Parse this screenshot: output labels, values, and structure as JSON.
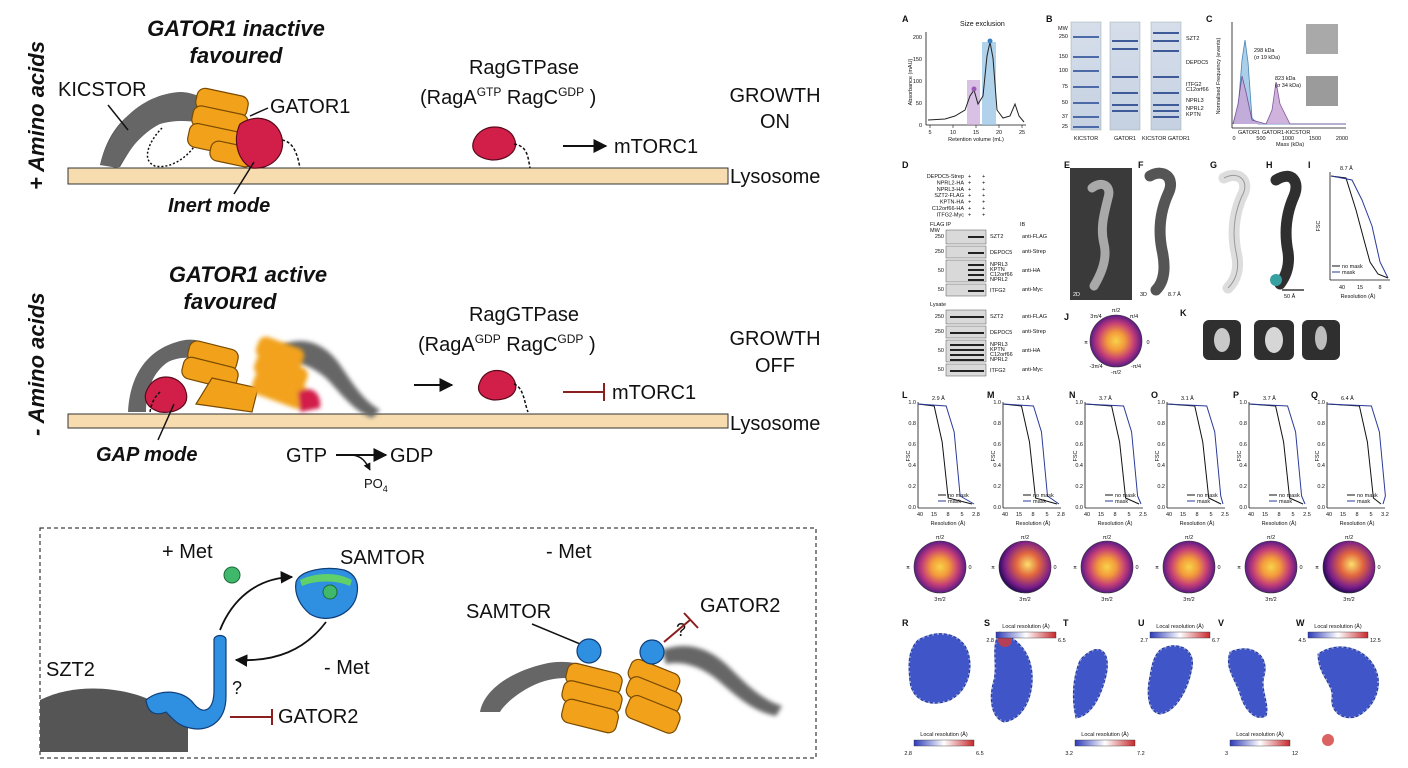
{
  "left_figure": {
    "panel_top": {
      "side_label": "+ Amino acids",
      "title_line1": "GATOR1 inactive",
      "title_line2": "favoured",
      "kicstor": "KICSTOR",
      "gator1": "GATOR1",
      "mode": "Inert mode",
      "ragtpase": "RagGTPase",
      "rag_open": "(RagA",
      "rag_a_sup": "GTP",
      "rag_c": " RagC",
      "rag_c_sup": "GDP",
      "rag_close": " )",
      "mtorc1": "mTORC1",
      "growth_line1": "GROWTH",
      "growth_line2": "ON",
      "lysosome": "Lysosome"
    },
    "panel_middle": {
      "side_label": "- Amino acids",
      "title_line1": "GATOR1 active",
      "title_line2": "favoured",
      "mode": "GAP mode",
      "ragtpase": "RagGTPase",
      "rag_open": "(RagA",
      "rag_a_sup": "GDP",
      "rag_c": " RagC",
      "rag_c_sup": "GDP",
      "rag_close": " )",
      "mtorc1": "mTORC1",
      "growth_line1": "GROWTH",
      "growth_line2": "OFF",
      "lysosome": "Lysosome",
      "gtp": "GTP",
      "gdp": "GDP",
      "po4": "PO",
      "po4_sub": "4"
    },
    "panel_bottom": {
      "plus_met": "+ Met",
      "minus_met_left": "- Met",
      "minus_met_right": "- Met",
      "samtor_top": "SAMTOR",
      "samtor_right": "SAMTOR",
      "szt2": "SZT2",
      "question_left": "?",
      "question_right": "?",
      "gator2_left": "GATOR2",
      "gator2_right": "GATOR2"
    }
  },
  "right_figure": {
    "A": {
      "letter": "A",
      "title": "Size exclusion",
      "ylabel": "Absorbance (mAU)",
      "xlabel": "Retention volume (mL)",
      "xticks": [
        "5",
        "10",
        "15",
        "20",
        "25"
      ],
      "yticks": [
        "0",
        "50",
        "100",
        "150",
        "200"
      ]
    },
    "B": {
      "letter": "B",
      "mw": "MW",
      "markers": [
        "250",
        "150",
        "100",
        "75",
        "50",
        "37",
        "25"
      ],
      "lanes": [
        "KICSTOR",
        "GATOR1",
        "KICSTOR GATOR1"
      ],
      "bands": [
        "SZT2",
        "DEPDC5",
        "ITFG2",
        "C12orf66",
        "NPRL3",
        "NPRL2",
        "KPTN"
      ]
    },
    "C": {
      "letter": "C",
      "ylabel": "Normalised Frequency (events)",
      "xlabel": "Mass (kDa)",
      "xticks": [
        "0",
        "500",
        "1000",
        "1500",
        "2000"
      ],
      "peak1_mass": "298 kDa",
      "peak1_sd": "(σ 19 kDa)",
      "peak2_mass": "823 kDa",
      "peak2_sd": "(σ 34 kDa)",
      "legend1": "GATOR1",
      "legend2": "GATOR1-KICSTOR"
    },
    "D": {
      "letter": "D",
      "constructs": [
        "DEPDC5-Strep",
        "NPRL2-HA",
        "NPRL3-HA",
        "SZT2-FLAG",
        "KPTN-HA",
        "C12orf66-HA",
        "ITFG2-Myc"
      ],
      "ip": "FLAG IP",
      "ib": "IB",
      "mw": "MW",
      "lysate": "Lysate",
      "antibodies": [
        "anti-FLAG",
        "anti-Strep",
        "anti-HA",
        "anti-Myc"
      ],
      "marker_values": [
        "250",
        "250",
        "50",
        "50"
      ],
      "bands": [
        "SZT2",
        "DEPDC5",
        "NPRL3",
        "KPTN",
        "C12orf66",
        "NPRL2",
        "ITFG2"
      ]
    },
    "E": {
      "letter": "E",
      "tag": "2D"
    },
    "F": {
      "letter": "F",
      "tag": "3D",
      "res": "8.7 Å"
    },
    "G": {
      "letter": "G"
    },
    "H": {
      "letter": "H",
      "scale": "50 Å"
    },
    "I": {
      "letter": "I",
      "res": "8.7 Å",
      "ylabel": "FSC",
      "xlabel": "Resolution (Å)",
      "xticks": [
        "40",
        "15",
        "8"
      ],
      "legend": [
        "no mask",
        "mask"
      ]
    },
    "J": {
      "letter": "J",
      "angles": [
        "π/2",
        "π/4",
        "3π/4",
        "π",
        "0",
        "-3π/4",
        "-π/4",
        "-π/2"
      ]
    },
    "K": {
      "letter": "K"
    },
    "fsc_row": [
      {
        "letter": "L",
        "res": "2.9 Å",
        "xticks": [
          "40",
          "15",
          "8",
          "5",
          "2.8"
        ]
      },
      {
        "letter": "M",
        "res": "3.1 Å",
        "xticks": [
          "40",
          "15",
          "8",
          "5",
          "2.8"
        ]
      },
      {
        "letter": "N",
        "res": "3.7 Å",
        "xticks": [
          "40",
          "15",
          "8",
          "5",
          "2.5"
        ]
      },
      {
        "letter": "O",
        "res": "3.1 Å",
        "xticks": [
          "40",
          "15",
          "8",
          "5",
          "2.5"
        ]
      },
      {
        "letter": "P",
        "res": "3.7 Å",
        "xticks": [
          "40",
          "15",
          "8",
          "5",
          "2.5"
        ]
      },
      {
        "letter": "Q",
        "res": "6.4 Å",
        "xticks": [
          "40",
          "15",
          "8",
          "5",
          "3.2"
        ]
      }
    ],
    "fsc_common": {
      "ylabel": "FSC",
      "xlabel": "Resolution (Å)",
      "yticks": [
        "1.0",
        "0.8",
        "0.6",
        "0.4",
        "0.2",
        "0.0"
      ],
      "legend": [
        "no mask",
        "mask"
      ],
      "angles": [
        "π",
        "0",
        "π/2",
        "3π/2"
      ]
    },
    "local_res": [
      {
        "letter": "R",
        "title": "",
        "min": "2.8",
        "max": "6.5",
        "bottom": true
      },
      {
        "letter": "S",
        "title": "Local resolution (Å)",
        "min": "2.8",
        "max": "6.5",
        "bottom": false
      },
      {
        "letter": "T",
        "title": "",
        "min": "3.2",
        "max": "7.2",
        "bottom": true
      },
      {
        "letter": "U",
        "title": "Local resolution (Å)",
        "min": "2.7",
        "max": "6.7",
        "bottom": false
      },
      {
        "letter": "V",
        "title": "",
        "min": "3",
        "max": "12",
        "bottom": true
      },
      {
        "letter": "W",
        "title": "Local resolution (Å)",
        "min": "4.5",
        "max": "12.5",
        "bottom": false
      }
    ],
    "local_res_bottom_title": "Local resolution (Å)"
  }
}
